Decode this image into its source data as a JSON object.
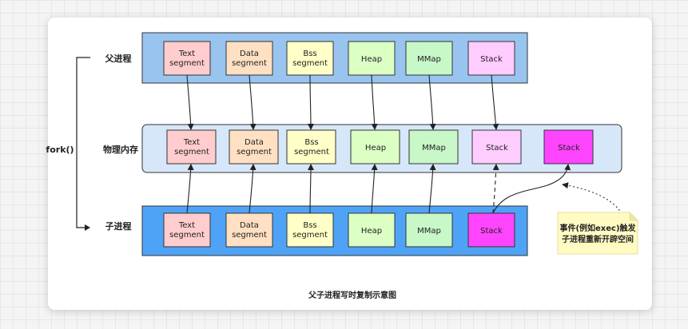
{
  "rows": {
    "parent": "父进程",
    "physical": "物理内存",
    "child": "子进程"
  },
  "fork_label": "fork()",
  "segments": {
    "text": [
      "Text",
      "segment"
    ],
    "data": [
      "Data",
      "segment"
    ],
    "bss": [
      "Bss",
      "segment"
    ],
    "heap": "Heap",
    "mmap": "MMap",
    "stack": "Stack"
  },
  "note": [
    "事件(例如exec)触发",
    "子进程重新开辟空间"
  ],
  "caption": "父子进程写时复制示意图",
  "colors": {
    "row_parent": "#99c4f0",
    "row_physical": "#d7e7fa",
    "row_child": "#4fa3f7",
    "text": "#ffcdcd",
    "data": "#ffe0c2",
    "bss": "#ffffc7",
    "heap": "#dcffc4",
    "mmap": "#c8f7c8",
    "stack": "#ffccff",
    "stack_new": "#ff44ff",
    "note": "#fffbc2"
  }
}
